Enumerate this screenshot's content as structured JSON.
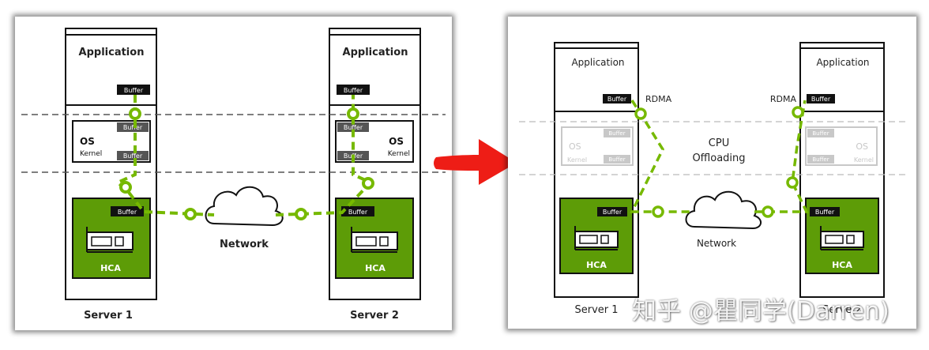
{
  "colors": {
    "accent_green": "#76b900",
    "hca_fill": "#5d9c07",
    "arrow_red": "#ee1d16",
    "buffer_black": "#111111",
    "os_faded": "#c8c8c8"
  },
  "left_diagram": {
    "server1": {
      "application": "Application",
      "app_buffer": "Buffer",
      "os_title": "OS",
      "os_subtitle": "Kernel",
      "os_buffer_top": "Buffer",
      "os_buffer_bottom": "Buffer",
      "hca_buffer": "Buffer",
      "hca_label": "HCA",
      "server_label": "Server 1"
    },
    "server2": {
      "application": "Application",
      "app_buffer": "Buffer",
      "os_title": "OS",
      "os_subtitle": "Kernel",
      "os_buffer_top": "Buffer",
      "os_buffer_bottom": "Buffer",
      "hca_buffer": "Buffer",
      "hca_label": "HCA",
      "server_label": "Server 2"
    },
    "network_label": "Network"
  },
  "right_diagram": {
    "server1": {
      "application": "Application",
      "app_buffer": "Buffer",
      "rdma_label": "RDMA",
      "os_title": "OS",
      "os_subtitle": "Kernel",
      "os_buffer_top": "Buffer",
      "os_buffer_bottom": "Buffer",
      "hca_buffer": "Buffer",
      "hca_label": "HCA",
      "server_label": "Server 1"
    },
    "server2": {
      "application": "Application",
      "app_buffer": "Buffer",
      "rdma_label": "RDMA",
      "os_title": "OS",
      "os_subtitle": "Kernel",
      "os_buffer_top": "Buffer",
      "os_buffer_bottom": "Buffer",
      "hca_buffer": "Buffer",
      "hca_label": "HCA",
      "server_label": "Serve 2"
    },
    "cpu_offloading_line1": "CPU",
    "cpu_offloading_line2": "Offloading",
    "network_label": "Network"
  },
  "watermark": "知乎 @瞿同学(Darren)"
}
